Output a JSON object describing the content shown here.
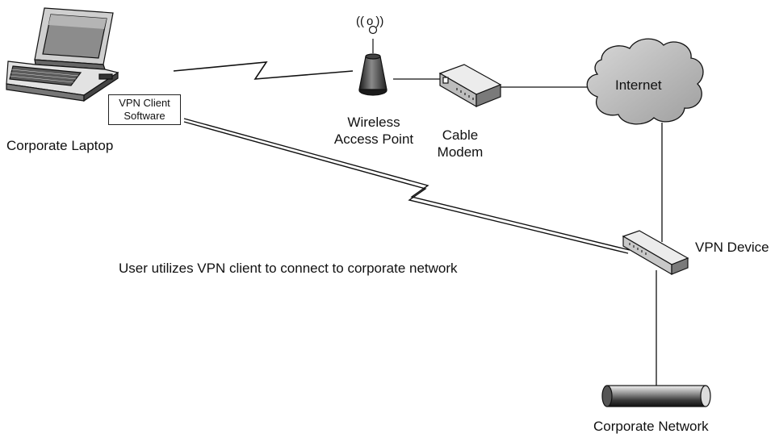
{
  "nodes": {
    "laptop": {
      "label": "Corporate Laptop"
    },
    "vpn_client": {
      "line1": "VPN Client",
      "line2": "Software"
    },
    "access_point": {
      "line1": "Wireless",
      "line2": "Access Point",
      "signal": "(( o ))"
    },
    "cable_modem": {
      "line1": "Cable",
      "line2": "Modem"
    },
    "internet": {
      "label": "Internet"
    },
    "vpn_device": {
      "label": "VPN Device"
    },
    "corporate_network": {
      "label": "Corporate Network"
    }
  },
  "caption": "User utilizes VPN client to connect to corporate network"
}
